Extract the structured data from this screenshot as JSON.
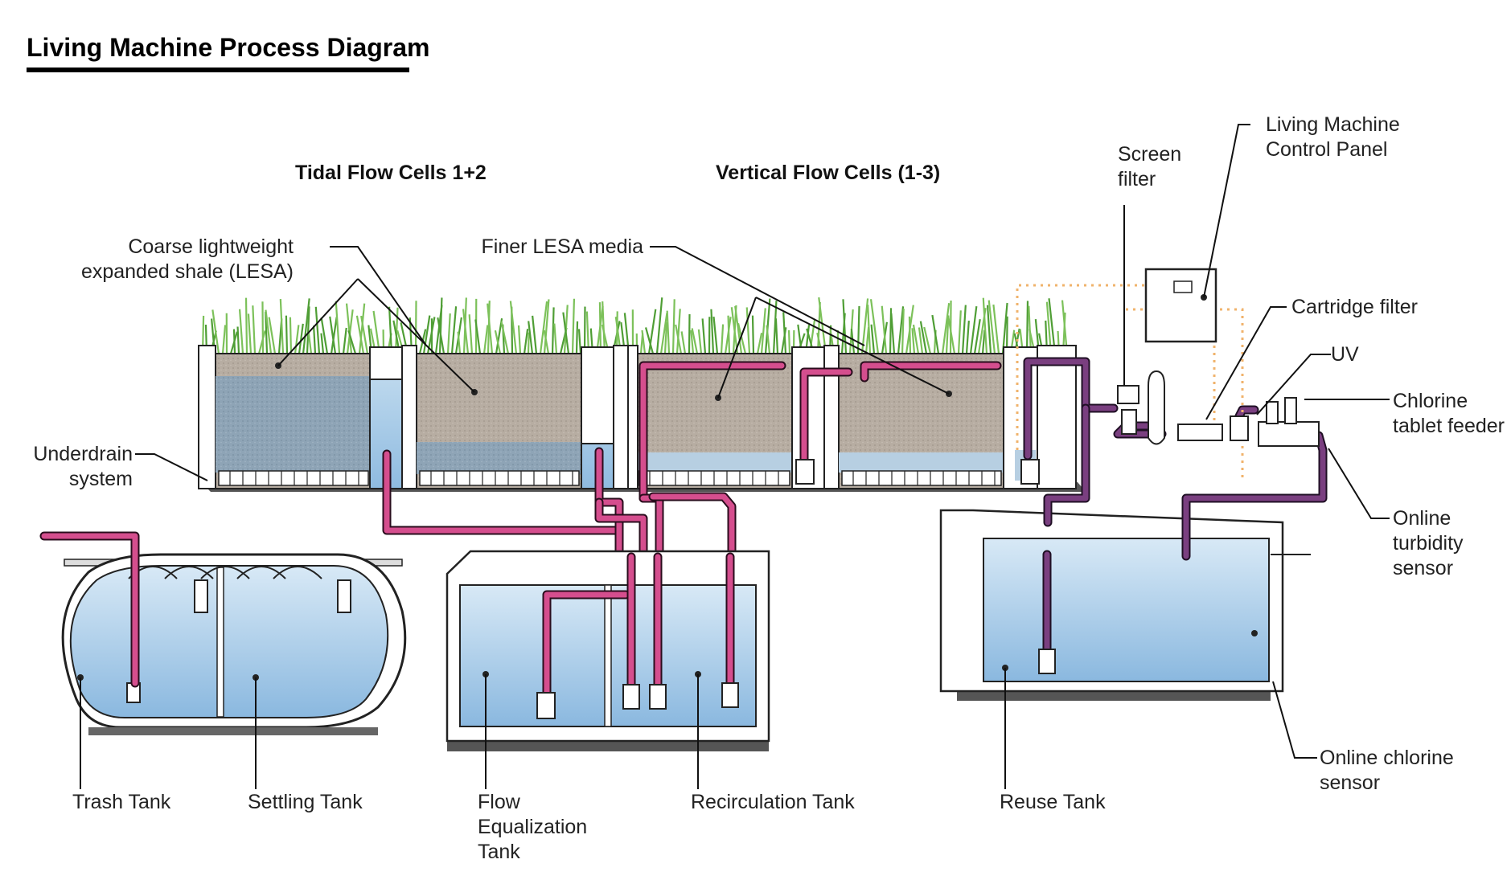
{
  "title": "Living Machine Process Diagram",
  "sections": {
    "tidal": "Tidal Flow Cells 1+2",
    "vertical": "Vertical Flow Cells (1-3)"
  },
  "labels": {
    "coarse_line1": "Coarse lightweight",
    "coarse_line2": "expanded shale (LESA)",
    "finer": "Finer LESA media",
    "underdrain_line1": "Underdrain",
    "underdrain_line2": "system",
    "screen_line1": "Screen",
    "screen_line2": "filter",
    "control_line1": "Living Machine",
    "control_line2": "Control Panel",
    "cartridge": "Cartridge filter",
    "uv": "UV",
    "chlorine_feeder_line1": "Chlorine",
    "chlorine_feeder_line2": "tablet feeder",
    "turbidity_line1": "Online",
    "turbidity_line2": "turbidity",
    "turbidity_line3": "sensor",
    "chlorine_sensor_line1": "Online chlorine",
    "chlorine_sensor_line2": "sensor",
    "trash": "Trash Tank",
    "settling": "Settling Tank",
    "flow_line1": "Flow",
    "flow_line2": "Equalization",
    "flow_line3": "Tank",
    "recirculation": "Recirculation Tank",
    "reuse": "Reuse Tank"
  },
  "colors": {
    "water": "#9fc6e4",
    "water_dark": "#7fa8c8",
    "media": "#b5aca0",
    "grass": "#5daa3e",
    "pipe_pink": "#d54e8e",
    "pipe_purple": "#7a3f80",
    "signal_wire": "#f0b36c"
  }
}
